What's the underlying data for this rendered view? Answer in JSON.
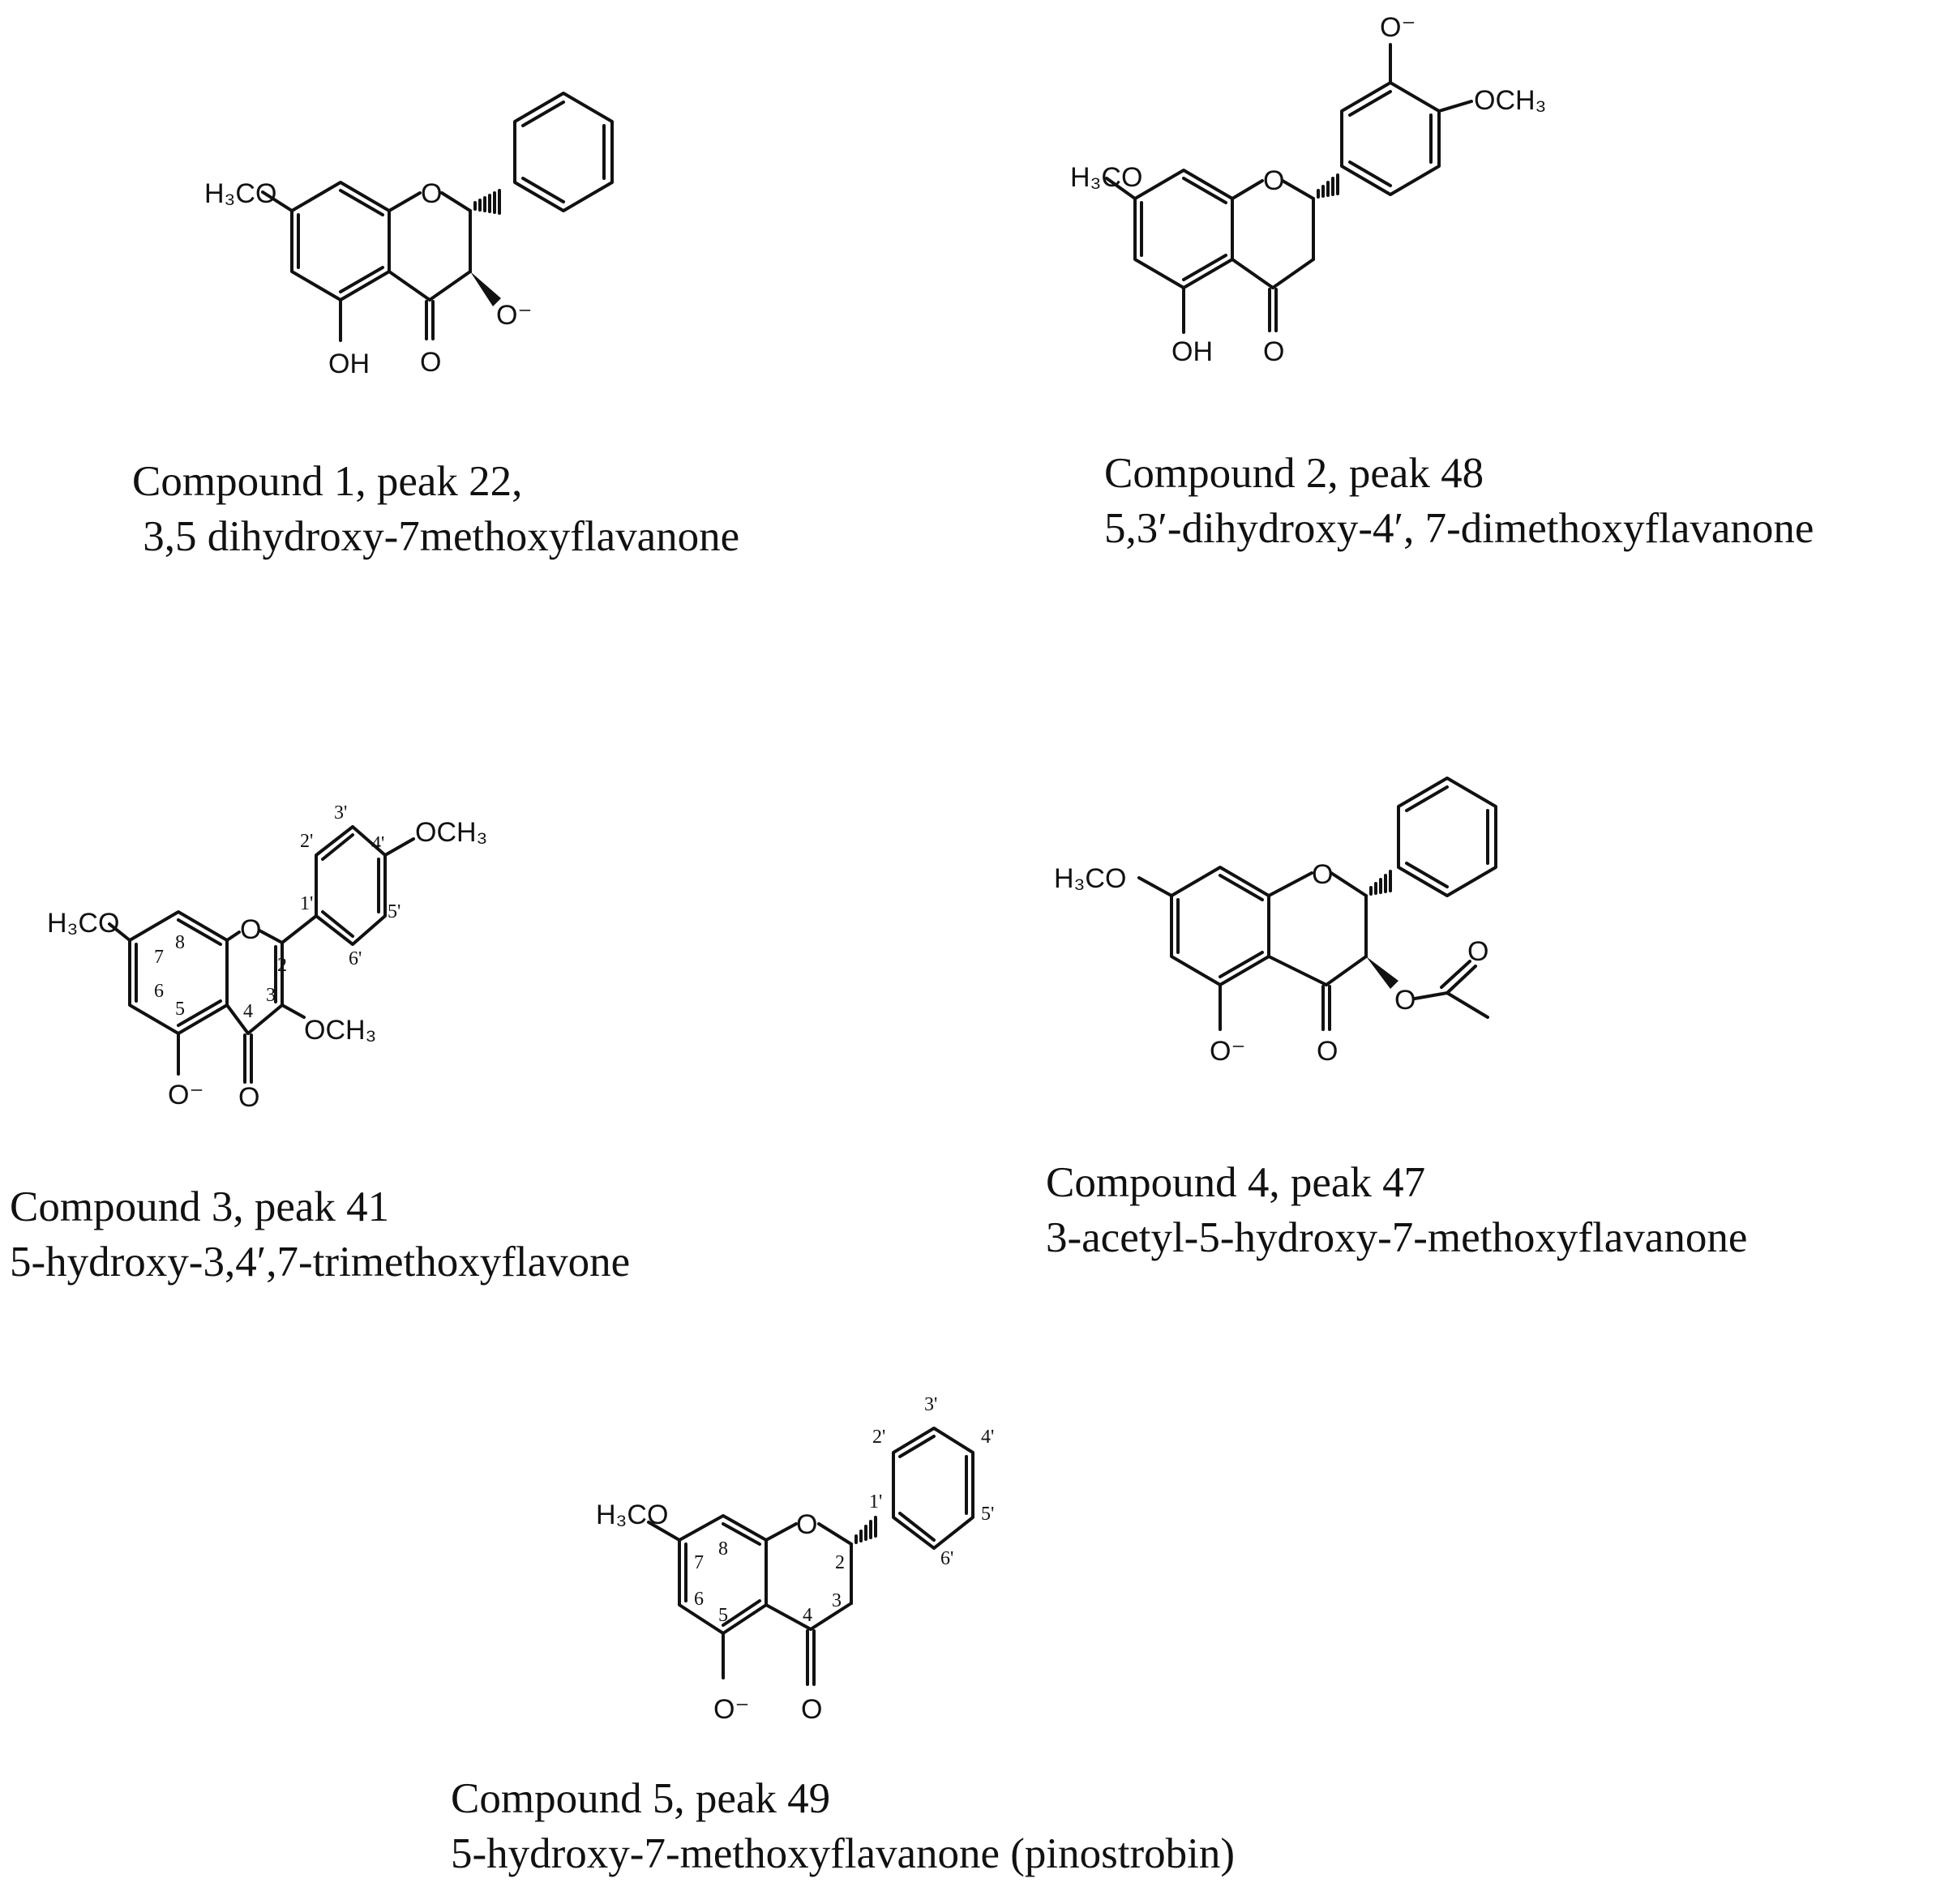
{
  "figure": {
    "compounds": [
      {
        "id": 1,
        "title": "Compound 1, peak 22,",
        "name": " 3,5 dihydroxy-7methoxyflavanone",
        "labels": {
          "methoxy": "H₃CO",
          "ring_o": "O",
          "hydroxyl": "OH",
          "carbonyl": "O",
          "oxide": "O⁻"
        }
      },
      {
        "id": 2,
        "title": "Compound 2, peak 48",
        "name": "5,3′-dihydroxy-4′, 7-dimethoxyflavanone",
        "labels": {
          "methoxy": "H₃CO",
          "ring_o": "O",
          "hydroxyl": "OH",
          "carbonyl": "O",
          "oxide": "O⁻",
          "methoxy_b": "OCH₃"
        }
      },
      {
        "id": 3,
        "title": "Compound 3, peak 41",
        "name": "5-hydroxy-3,4′,7-trimethoxyflavone",
        "labels": {
          "methoxy": "H₃CO",
          "ring_o": "O",
          "carbonyl": "O",
          "oxide": "O⁻",
          "methoxy_3": "OCH₃",
          "methoxy_4p": "OCH₃"
        },
        "positions": [
          "2",
          "3",
          "4",
          "5",
          "6",
          "7",
          "8",
          "1'",
          "2'",
          "3'",
          "4'",
          "5'",
          "6'"
        ]
      },
      {
        "id": 4,
        "title": "Compound 4, peak 47",
        "name": "3-acetyl-5-hydroxy-7-methoxyflavanone",
        "labels": {
          "methoxy": "H₃CO",
          "ring_o": "O",
          "carbonyl": "O",
          "oxide": "O⁻",
          "ester_o": "O",
          "acetyl_o": "O"
        }
      },
      {
        "id": 5,
        "title": "Compound 5, peak 49",
        "name": "5-hydroxy-7-methoxyflavanone (pinostrobin)",
        "labels": {
          "methoxy": "H₃CO",
          "ring_o": "O",
          "carbonyl": "O",
          "oxide": "O⁻"
        },
        "positions": [
          "2",
          "3",
          "4",
          "5",
          "6",
          "7",
          "8",
          "1'",
          "2'",
          "3'",
          "4'",
          "5'",
          "6'"
        ]
      }
    ]
  }
}
